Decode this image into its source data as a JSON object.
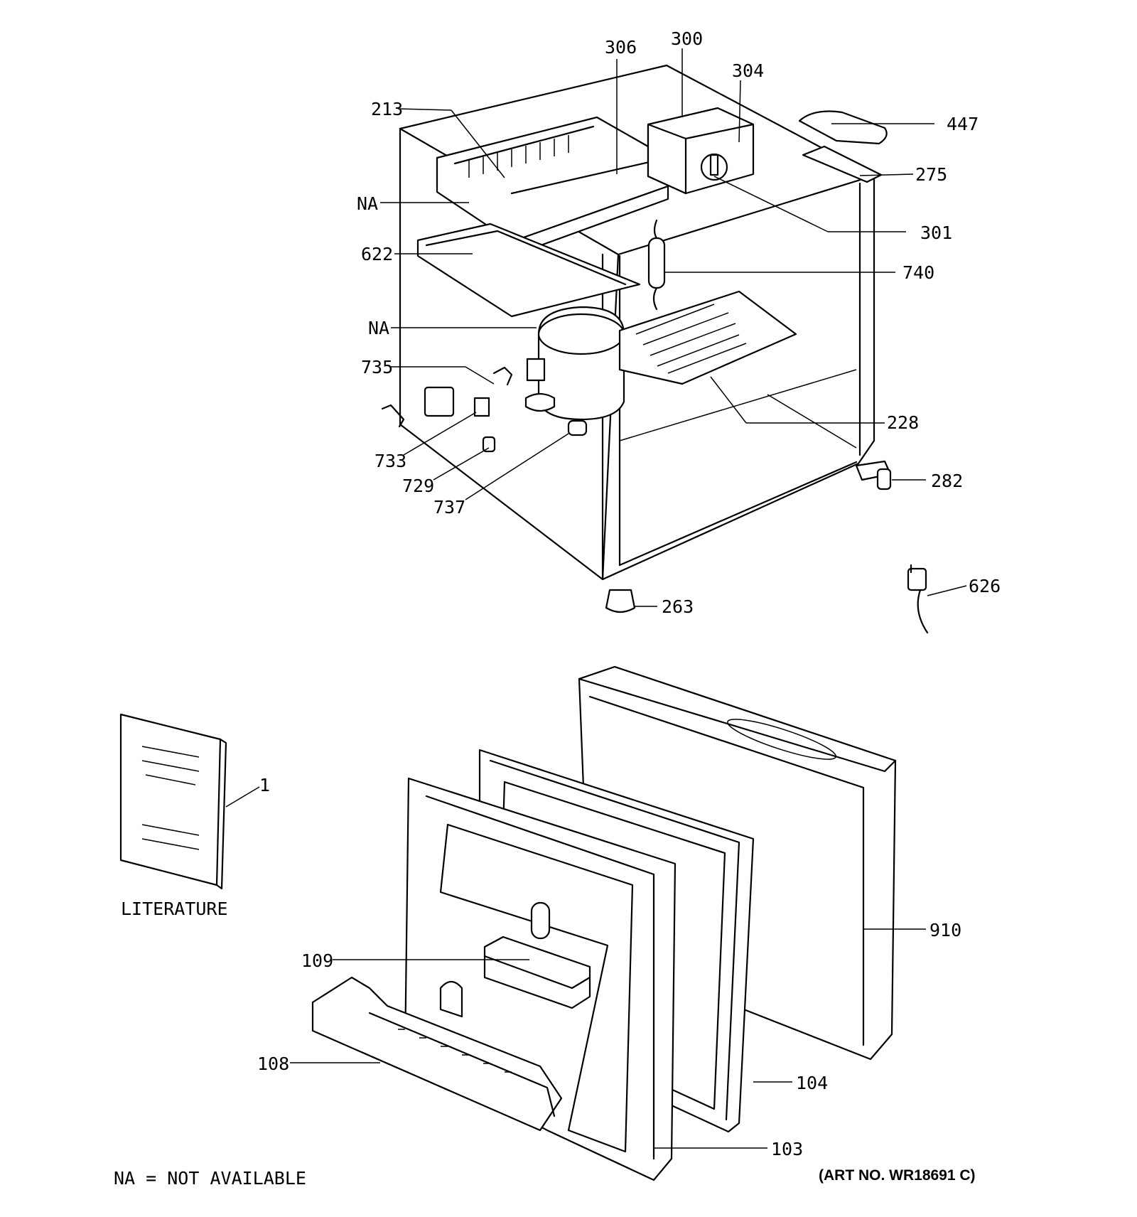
{
  "diagram": {
    "callouts": {
      "c213": "213",
      "c306": "306",
      "c300": "300",
      "c304": "304",
      "c447": "447",
      "c275": "275",
      "c301": "301",
      "c740": "740",
      "c622": "622",
      "cNA1": "NA",
      "cNA2": "NA",
      "c735": "735",
      "c228": "228",
      "c282": "282",
      "c733": "733",
      "c729": "729",
      "c737": "737",
      "c263": "263",
      "c626": "626",
      "c1": "1",
      "c910": "910",
      "c109": "109",
      "c108": "108",
      "c104": "104",
      "c103": "103"
    },
    "literature_label": "LITERATURE",
    "legend_note": "NA = NOT AVAILABLE",
    "art_number": "(ART NO. WR18691 C)"
  }
}
